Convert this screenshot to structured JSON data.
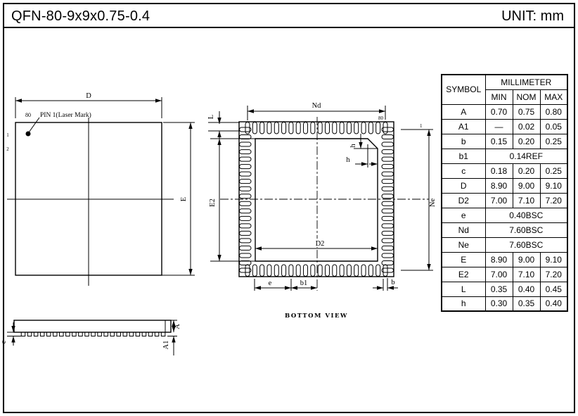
{
  "header": {
    "title": "QFN-80-9x9x0.75-0.4",
    "unit": "UNIT: mm"
  },
  "table": {
    "symbol_header": "SYMBOL",
    "unit_header": "MILLIMETER",
    "columns": [
      "MIN",
      "NOM",
      "MAX"
    ],
    "rows": [
      {
        "symbol": "A",
        "min": "0.70",
        "nom": "0.75",
        "max": "0.80"
      },
      {
        "symbol": "A1",
        "min": "—",
        "nom": "0.02",
        "max": "0.05"
      },
      {
        "symbol": "b",
        "min": "0.15",
        "nom": "0.20",
        "max": "0.25"
      },
      {
        "symbol": "b1",
        "span": "0.14REF"
      },
      {
        "symbol": "c",
        "min": "0.18",
        "nom": "0.20",
        "max": "0.25"
      },
      {
        "symbol": "D",
        "min": "8.90",
        "nom": "9.00",
        "max": "9.10"
      },
      {
        "symbol": "D2",
        "min": "7.00",
        "nom": "7.10",
        "max": "7.20"
      },
      {
        "symbol": "e",
        "span": "0.40BSC"
      },
      {
        "symbol": "Nd",
        "span": "7.60BSC"
      },
      {
        "symbol": "Ne",
        "span": "7.60BSC"
      },
      {
        "symbol": "E",
        "min": "8.90",
        "nom": "9.00",
        "max": "9.10"
      },
      {
        "symbol": "E2",
        "min": "7.00",
        "nom": "7.10",
        "max": "7.20"
      },
      {
        "symbol": "L",
        "min": "0.35",
        "nom": "0.40",
        "max": "0.45"
      },
      {
        "symbol": "h",
        "min": "0.30",
        "nom": "0.35",
        "max": "0.40"
      }
    ]
  },
  "top_view": {
    "dim_d": "D",
    "dim_e": "E",
    "pin1_label": "PIN 1(Laser Mark)",
    "pin80_label": "80",
    "pin_num_1": "1",
    "pin_num_2": "2"
  },
  "bottom_view": {
    "caption": "BOTTOM VIEW",
    "dim_nd": "Nd",
    "dim_ne": "Ne",
    "dim_l": "L",
    "dim_e2": "E2",
    "dim_d2": "D2",
    "dim_e": "e",
    "dim_b1": "b1",
    "dim_b": "b",
    "dim_h_v": "h",
    "dim_h_h": "h",
    "pin80_label": "80",
    "pin1_label": "1",
    "pins_per_side": 20
  },
  "side_view": {
    "dim_a": "A",
    "dim_a1": "A1",
    "dim_c": "c",
    "lead_count": 23
  },
  "colors": {
    "ink": "#000000",
    "paper": "#ffffff"
  }
}
